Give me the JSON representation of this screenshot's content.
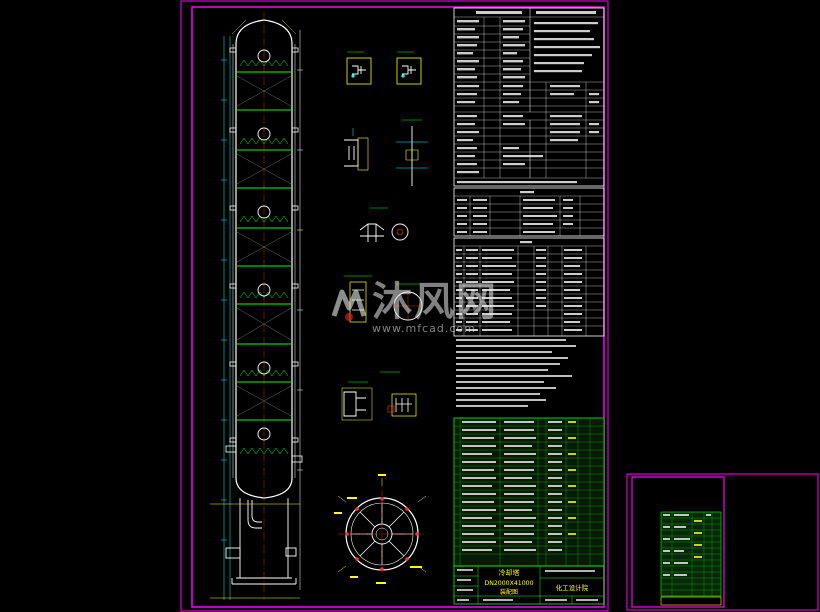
{
  "drawing": {
    "title_block": {
      "equipment_name": "冷却塔",
      "spec": "DN2000X41000",
      "sheet": "装配图",
      "design_unit": "化工设计院"
    },
    "watermark": {
      "brand": "沐风网",
      "url": "www.mfcad.com"
    },
    "colors": {
      "background": "#000000",
      "frame": "#ff00ff",
      "line": "#ffffff",
      "table": "#00ff00",
      "accent": "#ffff00",
      "cyan": "#00ffff",
      "red": "#ff3030",
      "watermark": "#e6e6e6"
    }
  }
}
